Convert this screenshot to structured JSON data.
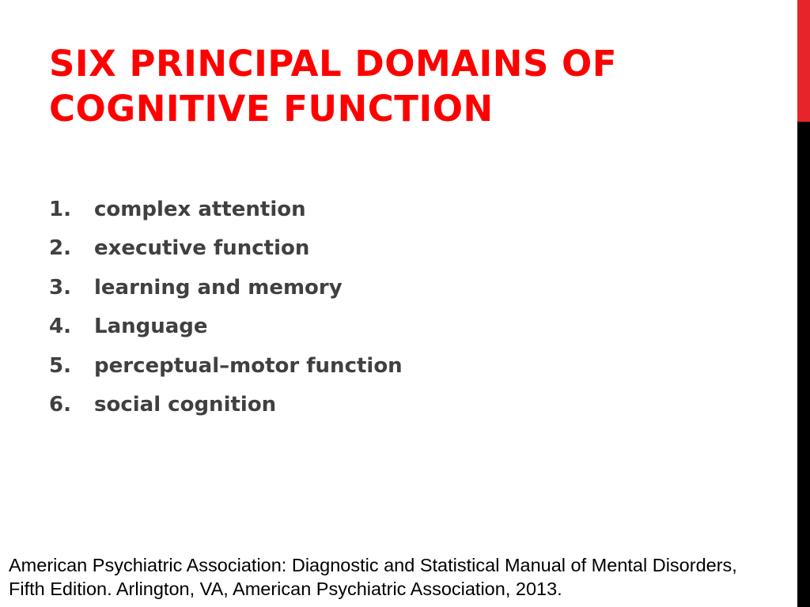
{
  "slide": {
    "title_lines": [
      "SIX PRINCIPAL DOMAINS OF",
      "COGNITIVE FUNCTION"
    ],
    "domains": [
      {
        "number": "1.",
        "label": "complex attention"
      },
      {
        "number": "2.",
        "label": "executive function"
      },
      {
        "number": "3.",
        "label": "learning and memory"
      },
      {
        "number": "4.",
        "label": "Language"
      },
      {
        "number": "5.",
        "label": "perceptual–motor function"
      },
      {
        "number": "6.",
        "label": "social cognition"
      }
    ],
    "citation_lines": [
      "American Psychiatric Association: Diagnostic and Statistical Manual of Mental Disorders,",
      "Fifth Edition. Arlington, VA, American Psychiatric Association, 2013."
    ]
  },
  "colors": {
    "title": "#ff0000",
    "body_text": "#404040",
    "accent_top": "#e8242b",
    "accent_bottom": "#000000"
  }
}
